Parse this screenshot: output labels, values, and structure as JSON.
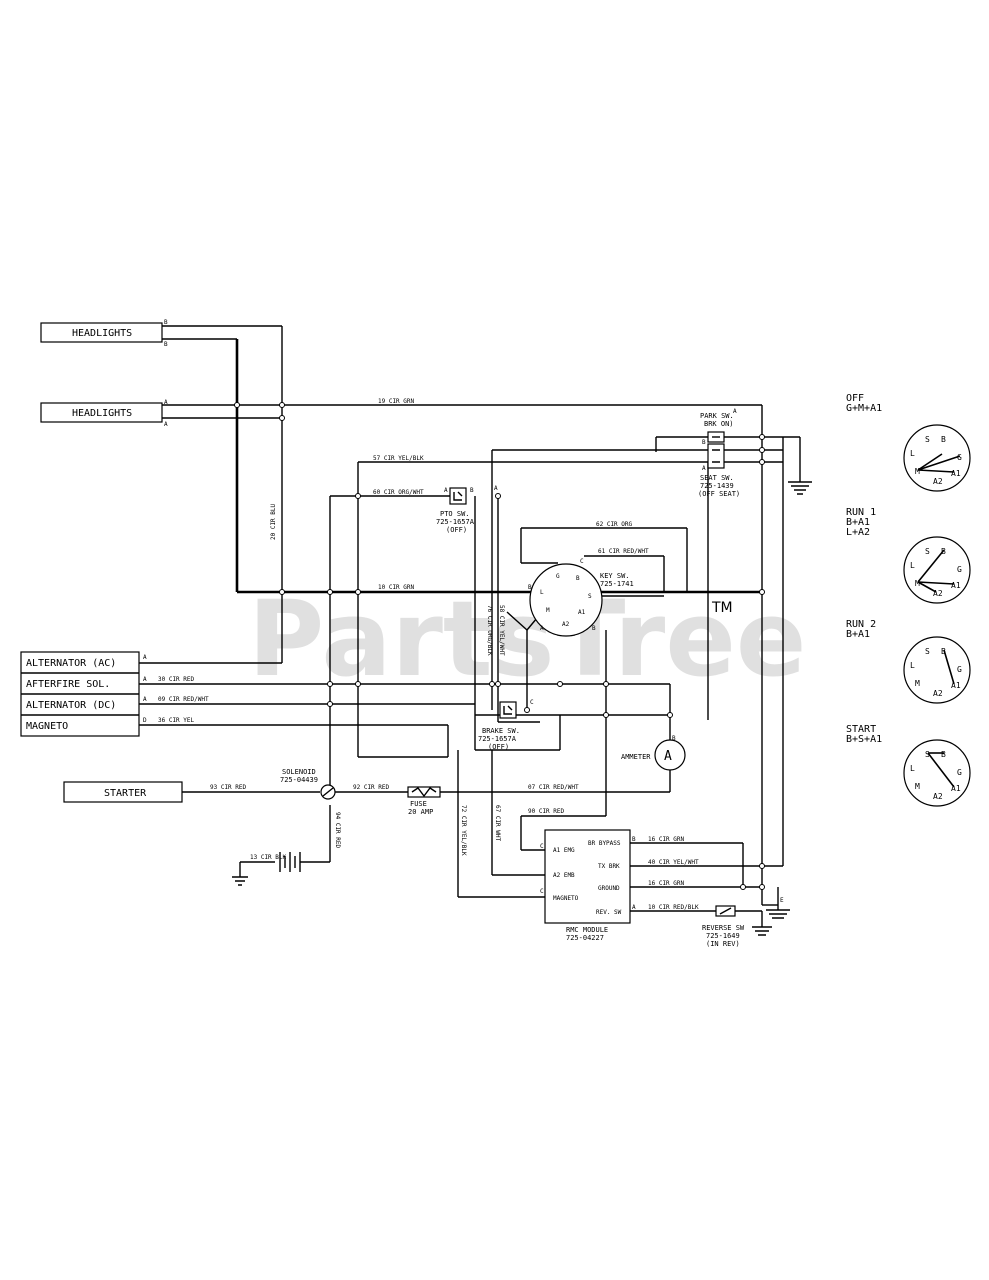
{
  "watermark": {
    "text": "PartsTree",
    "tm": "TM"
  },
  "components": {
    "headlights_1": "HEADLIGHTS",
    "headlights_2": "HEADLIGHTS",
    "alternator_ac": "ALTERNATOR (AC)",
    "afterfire_sol": "AFTERFIRE SOL.",
    "alternator_dc": "ALTERNATOR (DC)",
    "magneto": "MAGNETO",
    "starter": "STARTER",
    "ammeter": "AMMETER",
    "solenoid_label": "SOLENOID",
    "solenoid_part": "725-04439",
    "fuse_label": "FUSE",
    "fuse_rating": "20 AMP",
    "pto_sw": "PTO SW.",
    "pto_part": "725-1657A",
    "pto_state": "(OFF)",
    "brake_sw": "BRAKE SW.",
    "brake_part": "725-1657A",
    "brake_state": "(OFF)",
    "park_sw": "PARK SW.",
    "park_state": "BRK ON)",
    "seat_sw": "SEAT SW.",
    "seat_part": "725-1439",
    "seat_state": "(OFF SEAT)",
    "key_sw": "KEY SW.",
    "key_part": "725-1741",
    "rmc_module": "RMC MODULE",
    "rmc_part": "725-04227",
    "reverse_sw": "REVERSE SW",
    "reverse_part": "725-1649",
    "reverse_state": "(IN REV)",
    "ammeter_symbol": "A"
  },
  "rmc_terminals": {
    "left": [
      "A1 EMG",
      "A2 EMB",
      "MAGNETO"
    ],
    "right": [
      "BR BYPASS",
      "TX BRK",
      "GROUND",
      "REV. SW"
    ]
  },
  "wire_labels": [
    "19 CIR GRN",
    "20 CIR BLU",
    "57 CIR YEL/BLK",
    "60 CIR ORG/WHT",
    "10 CIR GRN",
    "62 CIR ORG",
    "61 CIR RED/WHT",
    "30 CIR RED",
    "09 CIR RED/WHT",
    "36 CIR YEL",
    "93 CIR RED",
    "92 CIR RED",
    "07 CIR RED/WHT",
    "90 CIR RED",
    "13 CIR BLK",
    "94 CIR RED",
    "16 CIR GRN",
    "40 CIR YEL/WHT",
    "16 CIR GRN",
    "10 CIR RED/BLK",
    "76 CIR ORG/BLK",
    "58 CIR YEL/WHT",
    "67 CIR WHT",
    "72 CIR YEL/BLK"
  ],
  "key_terminals": [
    "L",
    "G",
    "B",
    "S",
    "M",
    "A1",
    "A2",
    "A",
    "B",
    "C",
    "D",
    "E"
  ],
  "switch_positions": [
    {
      "name": "OFF",
      "rule": "G+M+A1"
    },
    {
      "name": "RUN 1",
      "rule": "B+A1",
      "rule2": "L+A2"
    },
    {
      "name": "RUN 2",
      "rule": "B+A1"
    },
    {
      "name": "START",
      "rule": "B+S+A1"
    }
  ],
  "dial_terminals": [
    "S",
    "B",
    "G",
    "A1",
    "A2",
    "M",
    "L"
  ],
  "connector_letters": [
    "B",
    "B",
    "A",
    "A",
    "A",
    "A",
    "A",
    "D",
    "A",
    "B",
    "A",
    "B",
    "C",
    "C",
    "B",
    "A",
    "E",
    "B",
    "A",
    "C",
    "B",
    "A",
    "C"
  ]
}
